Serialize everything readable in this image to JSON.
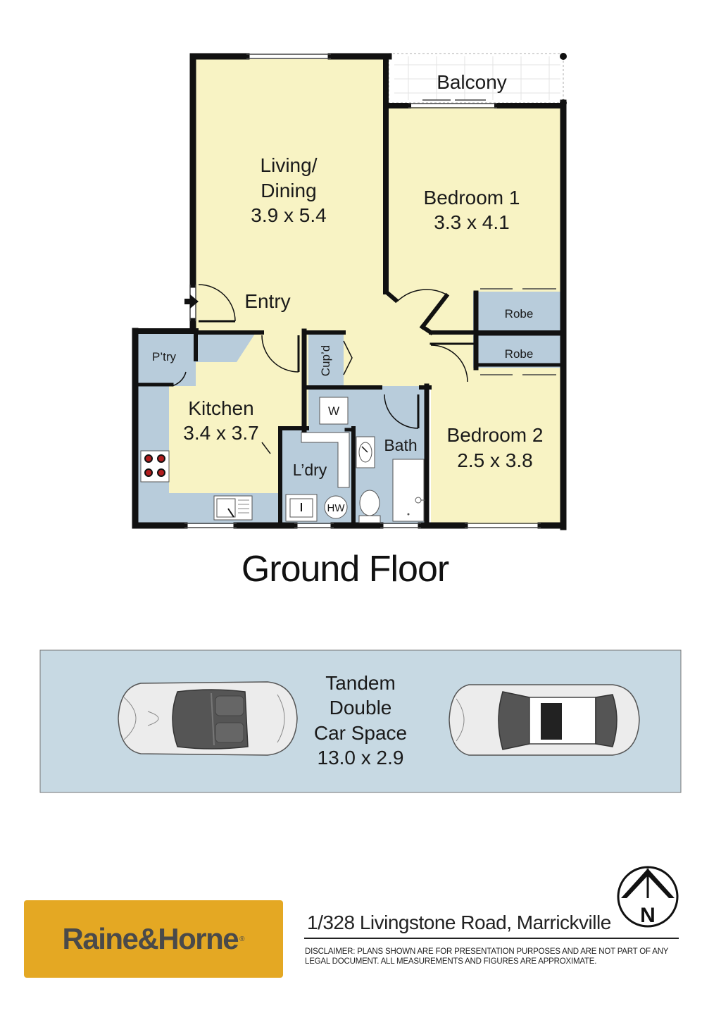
{
  "rooms": {
    "balcony": "Balcony",
    "living_line1": "Living/",
    "living_line2": "Dining",
    "living_dims": "3.9 x 5.4",
    "entry": "Entry",
    "bedroom1": "Bedroom 1",
    "bedroom1_dims": "3.3 x 4.1",
    "robe1": "Robe",
    "robe2": "Robe",
    "pantry": "P’try",
    "cupboard": "Cup’d",
    "kitchen": "Kitchen",
    "kitchen_dims": "3.4 x 3.7",
    "washer": "W",
    "bath": "Bath",
    "laundry": "L’dry",
    "hot_water": "HW",
    "bedroom2": "Bedroom 2",
    "bedroom2_dims": "2.5 x 3.8"
  },
  "floor_title": "Ground Floor",
  "garage": {
    "line1": "Tandem",
    "line2": "Double",
    "line3": "Car Space",
    "dims": "13.0 x 2.9"
  },
  "footer": {
    "brand": "Raine&Horne",
    "brand_mark": "®",
    "address": "1/328 Livingstone Road, Marrickville",
    "disclaimer": "DISCLAIMER:  PLANS SHOWN ARE FOR PRESENTATION PURPOSES AND ARE NOT PART OF ANY LEGAL DOCUMENT. ALL MEASUREMENTS AND FIGURES ARE APPROXIMATE.",
    "compass_letter": "N"
  },
  "colors": {
    "room_fill": "#f8f3c4",
    "wet_fill": "#b8ccdb",
    "garage_fill": "#c7d9e3",
    "wall": "#111111",
    "brand_bg": "#e4a823",
    "brand_text": "#4a4a4a"
  }
}
